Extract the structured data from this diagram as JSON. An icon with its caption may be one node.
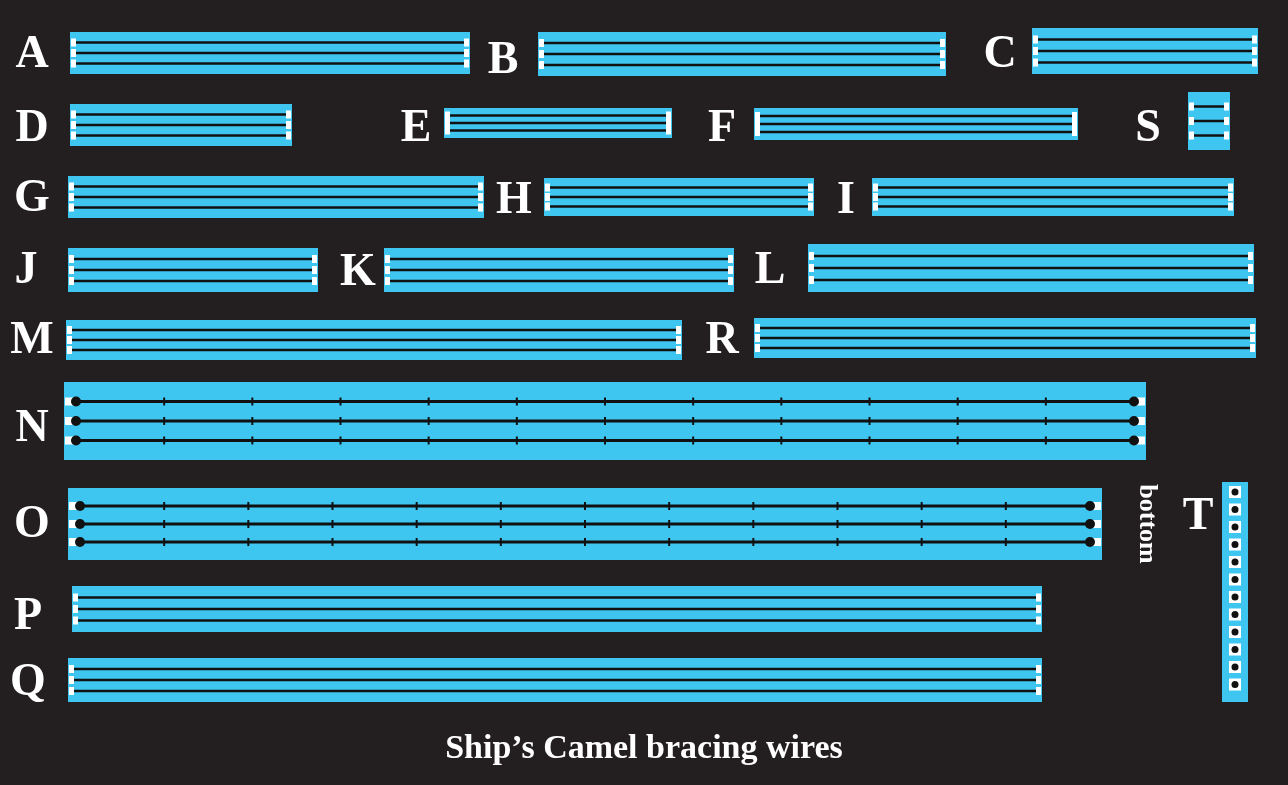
{
  "diagram": {
    "caption": "Ship’s Camel bracing wires",
    "labels": [
      "A",
      "B",
      "C",
      "D",
      "E",
      "F",
      "S",
      "G",
      "H",
      "I",
      "J",
      "K",
      "L",
      "M",
      "R",
      "N",
      "O",
      "bottom",
      "T",
      "P",
      "Q"
    ]
  }
}
